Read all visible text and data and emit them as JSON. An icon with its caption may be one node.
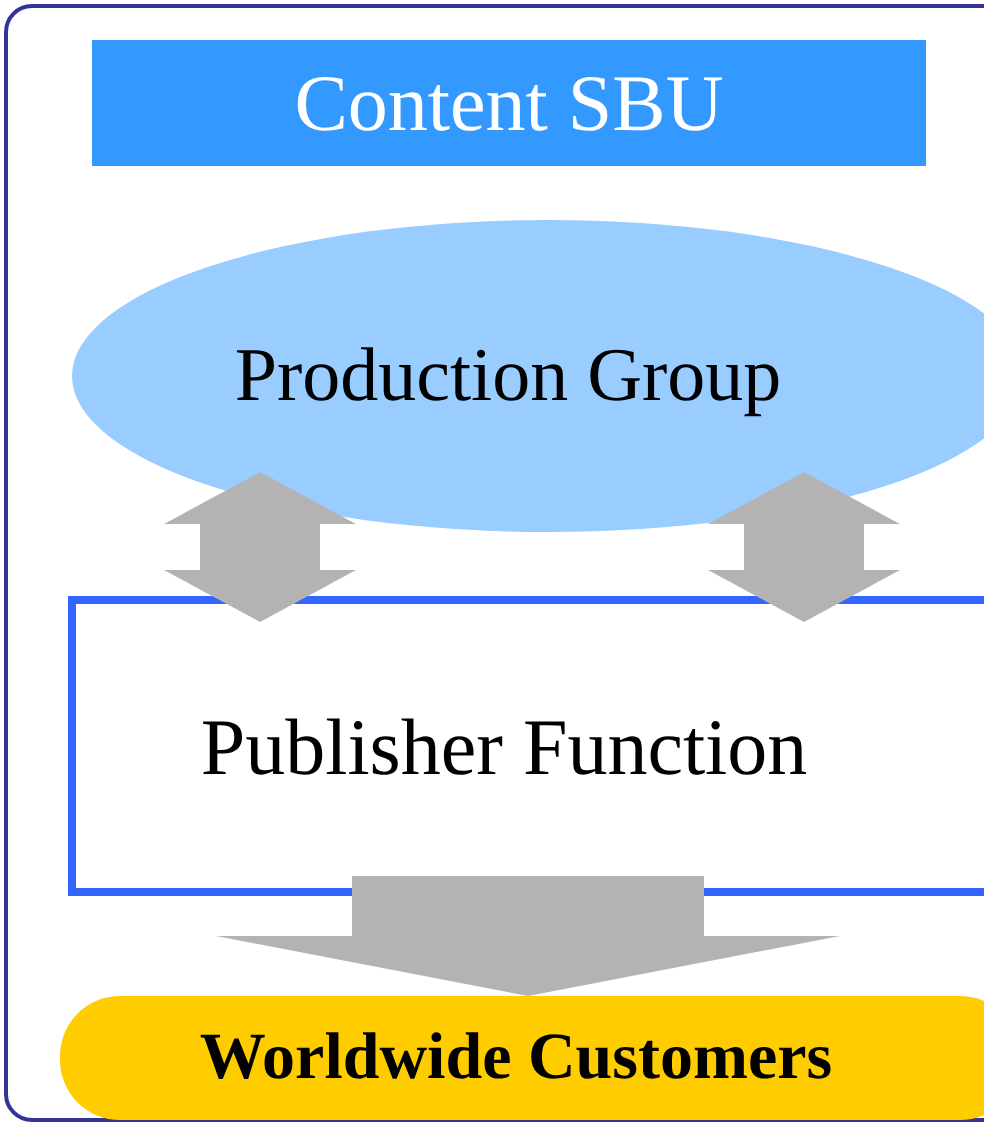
{
  "diagram": {
    "nodes": [
      {
        "text": [],
        "shape": "box"
      },
      {
        "text": [
          "Content SBU"
        ],
        "in": 0
      },
      {
        "text": [
          "Production Group"
        ],
        "in": 0
      },
      {
        "text": [
          "Publisher Function"
        ],
        "in": 0
      },
      {
        "text": [
          "Worldwide Customers"
        ],
        "in": 0
      }
    ],
    "edges": [
      {
        "from": 2,
        "to": 3,
        "arrow": "both"
      },
      {
        "from": 2,
        "to": 3,
        "arrow": "both"
      },
      {
        "from": 3,
        "to": 4,
        "arrow": "to"
      }
    ]
  }
}
